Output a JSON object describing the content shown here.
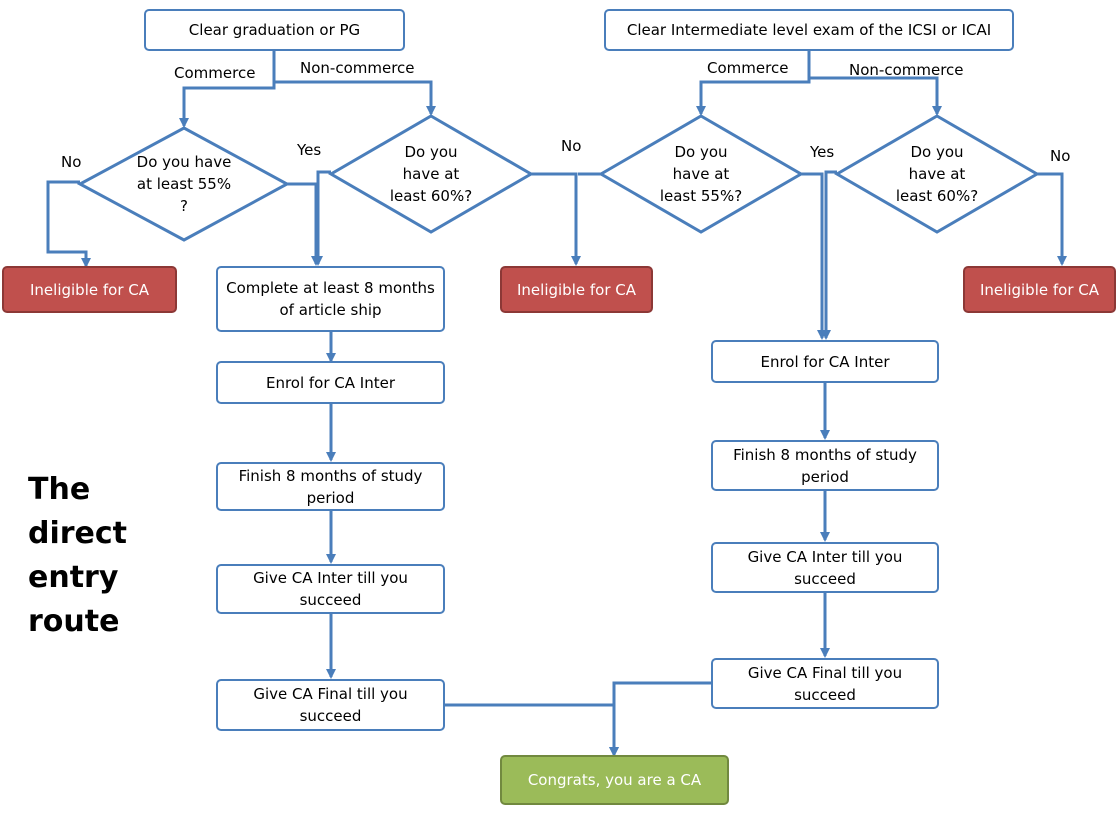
{
  "colors": {
    "connector": "#4a7ebb",
    "box_border": "#4a7ebb",
    "ineligible_fill": "#c0504d",
    "success_fill": "#9bbb59"
  },
  "title": [
    "The",
    "direct",
    "entry",
    "route"
  ],
  "left_branch": {
    "start": "Clear graduation or PG",
    "label_commerce": "Commerce",
    "label_noncommerce": "Non-commerce",
    "decision_55": "Do you have at least 55% ?",
    "decision_60": "Do you have at least 60%?",
    "label_no": "No",
    "label_yes": "Yes",
    "ineligible": "Ineligible for CA",
    "steps": [
      "Complete at least 8 months of article ship",
      "Enrol for CA Inter",
      "Finish 8 months of study period",
      "Give CA Inter till you succeed",
      "Give CA Final till you succeed"
    ]
  },
  "middle": {
    "label_no": "No",
    "ineligible": "Ineligible for CA"
  },
  "right_branch": {
    "start": "Clear Intermediate level exam of the ICSI or ICAI",
    "label_commerce": "Commerce",
    "label_noncommerce": "Non-commerce",
    "decision_55": "Do you have at least 55%?",
    "decision_60": "Do you have at least 60%?",
    "label_yes": "Yes",
    "label_no": "No",
    "ineligible": "Ineligible for CA",
    "steps": [
      "Enrol for CA Inter",
      "Finish 8 months of study period",
      "Give CA Inter till you succeed",
      "Give CA Final till you succeed"
    ]
  },
  "end": "Congrats, you are a CA"
}
